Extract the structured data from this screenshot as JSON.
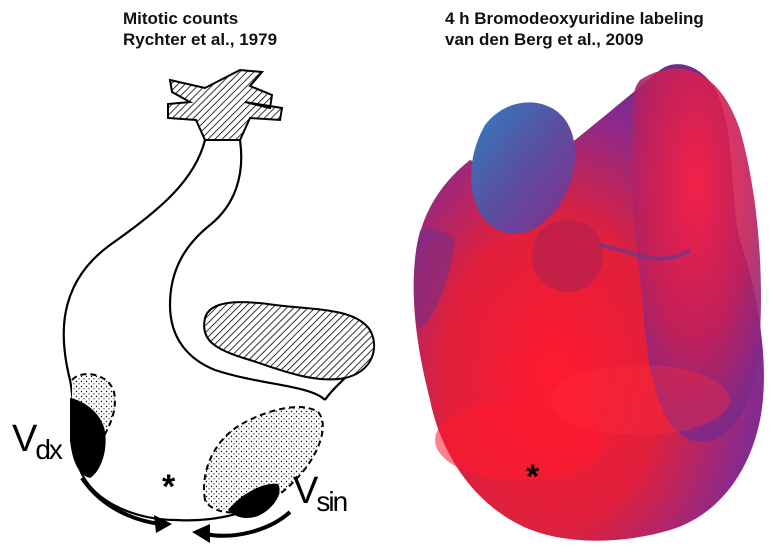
{
  "left_panel": {
    "caption_line1": "Mitotic counts",
    "caption_line2": "Rychter et al., 1979",
    "label_vdx_main": "V",
    "label_vdx_sub": "dx",
    "label_vsin_main": "V",
    "label_vsin_sub": "sin",
    "asterisk": "*"
  },
  "right_panel": {
    "caption_line1": "4 h Bromodeoxyuridine labeling",
    "caption_line2": "van den Berg et al., 2009",
    "asterisk": "*",
    "colors": {
      "high": "#ff1a2e",
      "mid": "#8a2a8c",
      "low": "#2f7fbf"
    }
  }
}
